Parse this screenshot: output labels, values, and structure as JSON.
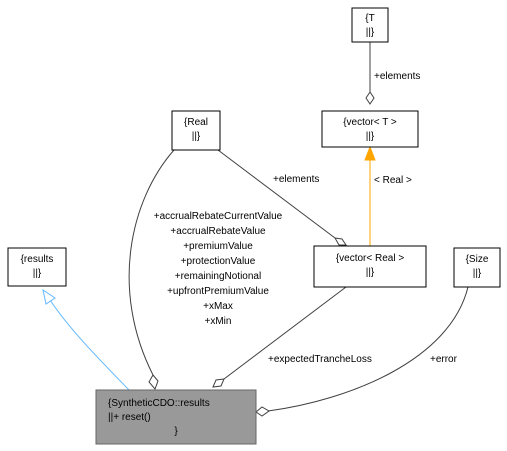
{
  "nodes": {
    "t": {
      "lines": [
        "{T",
        "||}"
      ]
    },
    "vector_t": {
      "lines": [
        "{vector< T >",
        "||}"
      ]
    },
    "real": {
      "lines": [
        "{Real",
        "||}"
      ]
    },
    "results": {
      "lines": [
        "{results",
        "||}"
      ]
    },
    "vector_real": {
      "lines": [
        "{vector< Real >",
        "||}"
      ]
    },
    "size": {
      "lines": [
        "{Size",
        "||}"
      ]
    },
    "synthetic": {
      "lines": [
        "{SyntheticCDO::results",
        "||+ reset()",
        "}"
      ]
    }
  },
  "edges": {
    "t_to_vector": {
      "label": "+elements"
    },
    "real_to_vector_real": {
      "label": "+elements"
    },
    "template_instantiation": {
      "label": "< Real >"
    },
    "real_to_synthetic": {
      "labels": [
        "+accrualRebateCurrentValue",
        "+accrualRebateValue",
        "+premiumValue",
        "+protectionValue",
        "+remainingNotional",
        "+upfrontPremiumValue",
        "+xMax",
        "+xMin"
      ]
    },
    "vector_real_to_synthetic": {
      "label": "+expectedTrancheLoss"
    },
    "size_to_synthetic": {
      "label": "+error"
    }
  }
}
